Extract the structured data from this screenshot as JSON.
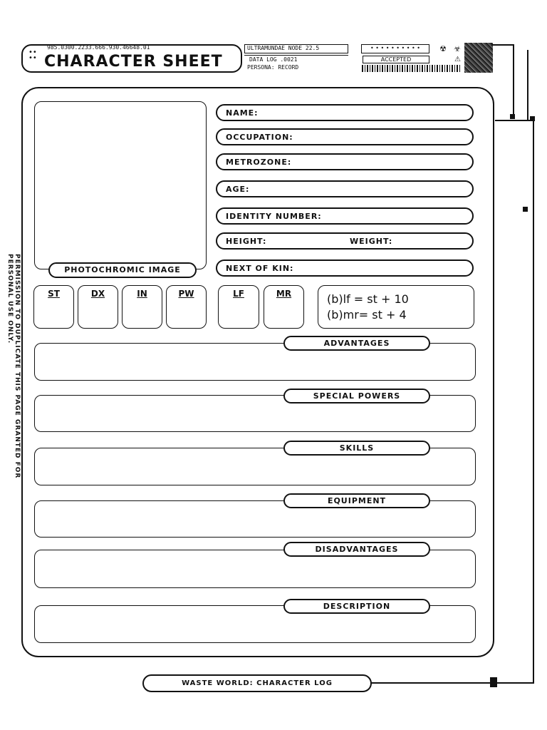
{
  "header": {
    "code": "985.0300.2233.666.930.46648.01",
    "title": "CHARACTER SHEET",
    "node": "ULTRAMUNDAE NODE 22.5",
    "data_log": "DATA LOG .0021",
    "persona": "PERSONA: RECORD",
    "status": "ACCEPTED"
  },
  "photo": {
    "label": "PHOTOCHROMIC IMAGE"
  },
  "fields": {
    "name": "NAME:",
    "occupation": "OCCUPATION:",
    "metrozone": "METROZONE:",
    "age": "AGE:",
    "identity": "IDENTITY NUMBER:",
    "height": "HEIGHT:",
    "weight": "WEIGHT:",
    "kin": "NEXT OF KIN:"
  },
  "stats": [
    "ST",
    "DX",
    "IN",
    "PW",
    "LF",
    "MR"
  ],
  "formulas": {
    "lf": "(b)lf = st + 10",
    "mr": "(b)mr= st + 4"
  },
  "sections": [
    "ADVANTAGES",
    "SPECIAL POWERS",
    "SKILLS",
    "EQUIPMENT",
    "DISADVANTAGES",
    "DESCRIPTION"
  ],
  "side_note": "PERMISSION TO DUPLICATE THIS PAGE GRANTED FOR PERSONAL USE ONLY.",
  "footer": "WASTE WORLD: CHARACTER LOG"
}
